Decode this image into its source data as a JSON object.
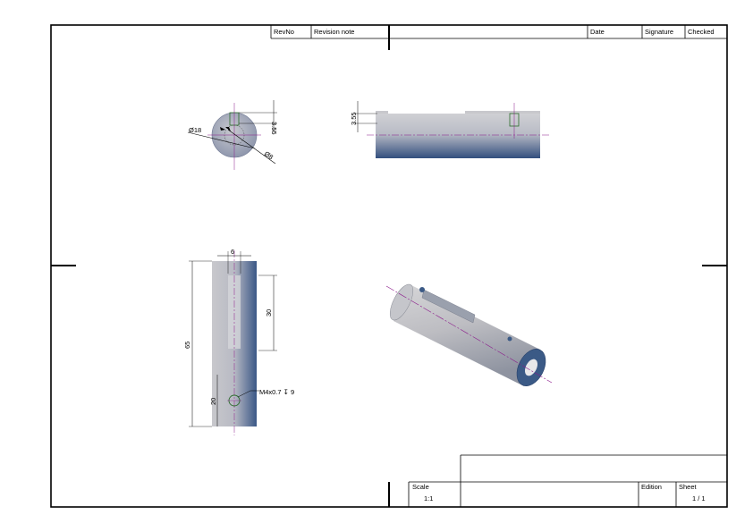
{
  "title_block": {
    "revno": "RevNo",
    "revision_note": "Revision note",
    "date": "Date",
    "signature": "Signature",
    "checked": "Checked",
    "scale_label": "Scale",
    "scale_value": "1:1",
    "edition_label": "Edition",
    "sheet_label": "Sheet",
    "sheet_value": "1 / 1"
  },
  "dimensions": {
    "outer_diameter": "Ø18",
    "inner_diameter": "Ø8",
    "slot_depth_front": "3.55",
    "slot_depth_side": "3.55",
    "slot_width": "6",
    "slot_length": "30",
    "overall_length": "65",
    "hole_position": "20",
    "thread_callout": "M4x0.7 ↧ 9"
  },
  "colors": {
    "part_light": "#c8c8cc",
    "part_dark": "#3b5a86",
    "centerline": "#8b1a8b"
  }
}
